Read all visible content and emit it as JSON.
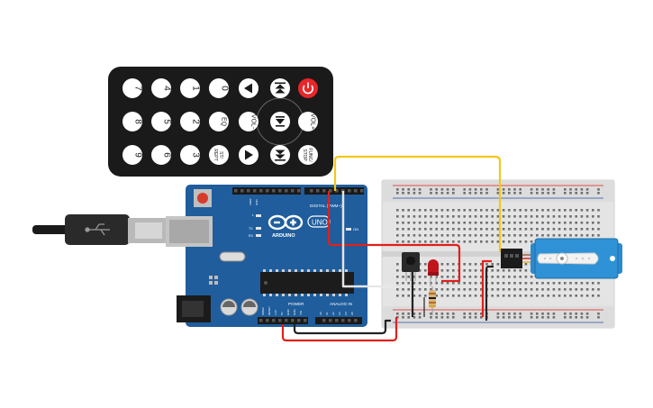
{
  "remote": {
    "buttons": [
      {
        "label": "7",
        "name": "remote-key-7",
        "col": 0,
        "row": 0
      },
      {
        "label": "4",
        "name": "remote-key-4",
        "col": 1,
        "row": 0
      },
      {
        "label": "1",
        "name": "remote-key-1",
        "col": 2,
        "row": 0
      },
      {
        "label": "0",
        "name": "remote-key-0",
        "col": 3,
        "row": 0
      },
      {
        "label": "8",
        "name": "remote-key-8",
        "col": 0,
        "row": 1
      },
      {
        "label": "5",
        "name": "remote-key-5",
        "col": 1,
        "row": 1
      },
      {
        "label": "2",
        "name": "remote-key-2",
        "col": 2,
        "row": 1
      },
      {
        "label": "EQ",
        "name": "remote-key-eq",
        "col": 3,
        "row": 1
      },
      {
        "label": "9",
        "name": "remote-key-9",
        "col": 0,
        "row": 2
      },
      {
        "label": "6",
        "name": "remote-key-6",
        "col": 1,
        "row": 2
      },
      {
        "label": "3",
        "name": "remote-key-3",
        "col": 2,
        "row": 2
      },
      {
        "label": "ST/\nREPT",
        "name": "remote-key-st-rept",
        "col": 3,
        "row": 2
      }
    ],
    "vol_minus": "VOL-",
    "vol_plus": "VOL+",
    "func_stop": "FUNC/\nSTOP",
    "power_color": "#e8262a"
  },
  "arduino": {
    "brand": "ARDUINO",
    "model": "UNO",
    "digital_label": "DIGITAL (PWM~)",
    "power_label": "POWER",
    "analog_label": "ANALOG IN",
    "on_label": "ON",
    "tx_label": "TX",
    "rx_label": "RX",
    "l_label": "L",
    "ioref": "IOREF",
    "aref": "AREF",
    "gnd": "GND",
    "reset": "RESET",
    "v33": "3.3V",
    "v5": "5V",
    "vin": "VIN",
    "a_pins": [
      "A0",
      "A1",
      "A2",
      "A3",
      "A4",
      "A5"
    ],
    "board_color": "#1f5d9c"
  },
  "wires": {
    "red": "#e0201c",
    "black": "#222222",
    "yellow": "#f2c81a",
    "white": "#f4f4f4"
  }
}
